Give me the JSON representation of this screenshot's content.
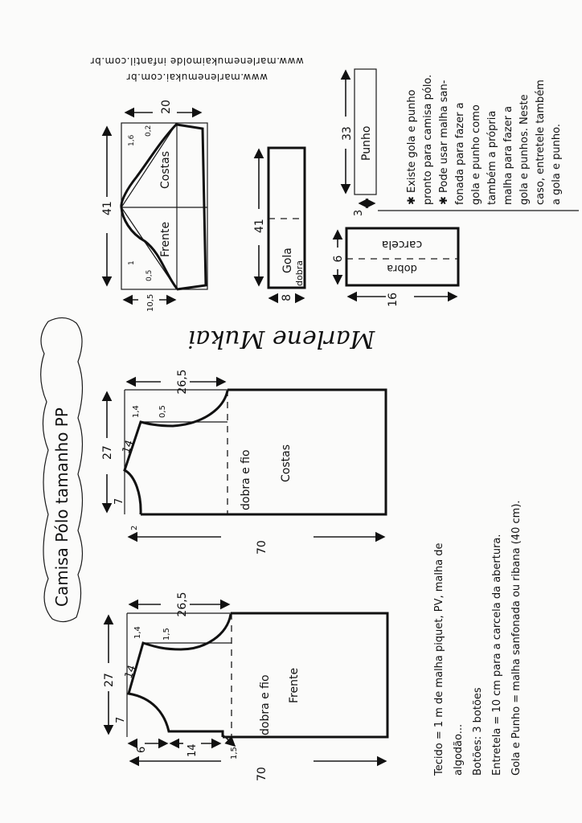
{
  "title": "Camisa Pólo tamanho PP",
  "urls": [
    "www.marlenemukai.com.br",
    "www.marlenemukaimolde infantil.com.br"
  ],
  "signature": "Marlene Mukai",
  "pieces": {
    "front": {
      "label": "Frente",
      "fold": "dobra e fio",
      "dims": {
        "height": "27",
        "neck_drop": "7",
        "shoulder": "14",
        "shoulder_drop": "1,4",
        "armhole_depth": "26,5",
        "neck_width": "6",
        "placket": "14",
        "placket_offset": "1,5",
        "armhole_curve": "1,5",
        "length": "70"
      }
    },
    "back": {
      "label": "Costas",
      "fold": "dobra e fio",
      "dims": {
        "height": "27",
        "neck_drop": "7",
        "shoulder": "14",
        "shoulder_drop": "1,4",
        "armhole_depth": "26,5",
        "neck_width": "2",
        "armhole_curve": "0,5",
        "length": "70"
      }
    },
    "sleeve": {
      "label_back": "Costas",
      "label_front": "Frente",
      "dims": {
        "width": "41",
        "cap_height": "20",
        "hem": "10,5",
        "curve_back_1": "1,6",
        "curve_back_2": "0,2",
        "curve_front_1": "1",
        "curve_front_2": "0,5"
      }
    },
    "collar": {
      "label": "Gola",
      "fold": "dobra",
      "dims": {
        "length": "41",
        "width": "8"
      }
    },
    "cuff": {
      "label": "Punho",
      "dims": {
        "length": "33",
        "width": "3"
      }
    },
    "placket": {
      "label": "carcela",
      "fold": "dobra",
      "dims": {
        "height": "6",
        "length": "16"
      }
    }
  },
  "notes": [
    "✱ Existe gola e punho",
    "pronto para camisa pólo.",
    "✱ Pode usar malha san-",
    "fonada para fazer a",
    "gola e punho como",
    "também a própria",
    "malha para fazer a",
    "gola e punhos. Neste",
    "caso, entretele também",
    "a gola e punho."
  ],
  "materials": [
    "Tecido = 1 m   de   malha piquet, PV, malha de",
    "algodão...",
    "Botões: 3 botões",
    "Entretela = 10 cm  para a carcela da abertura.",
    "Gola e Punho = malha sanfonada ou ribana (40 cm)."
  ]
}
